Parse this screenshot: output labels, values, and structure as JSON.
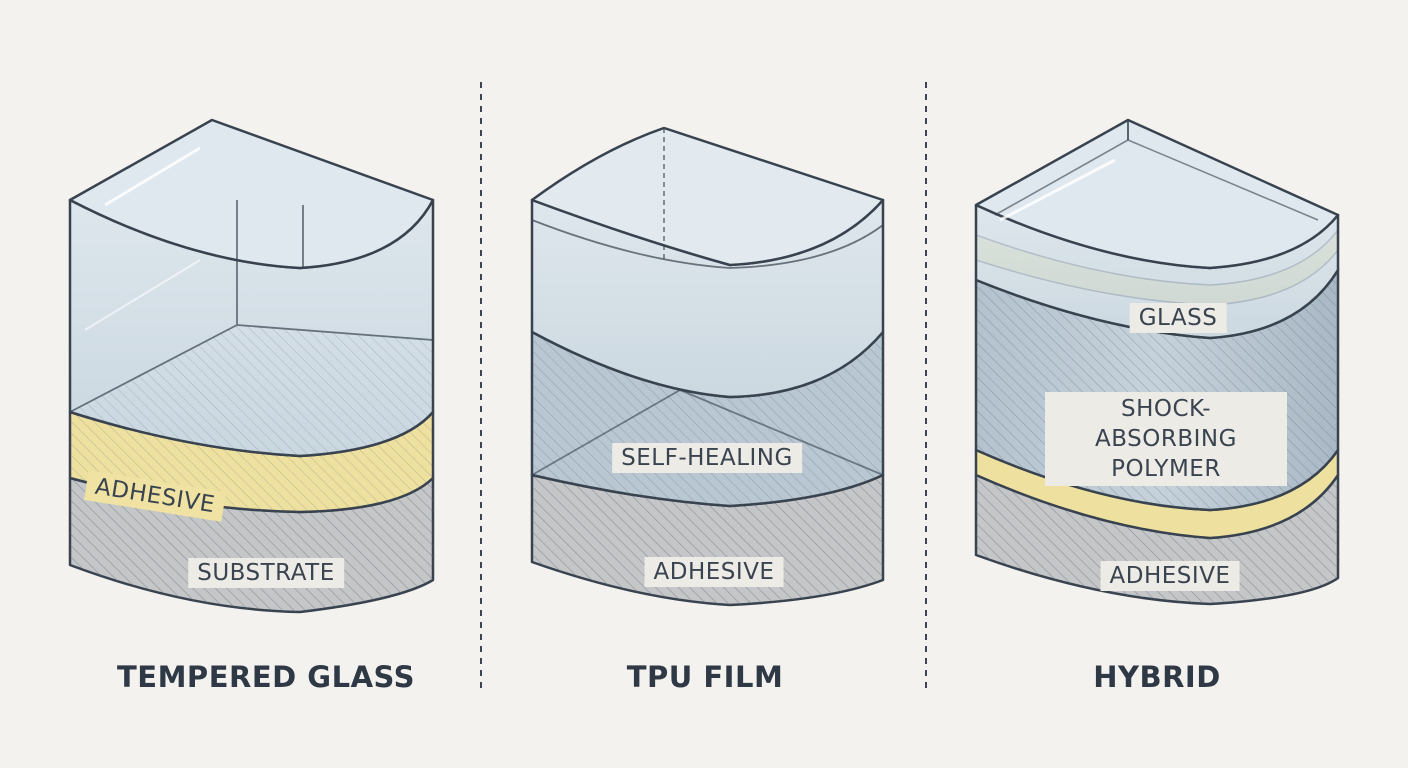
{
  "panels": [
    {
      "title": "TEMPERED GLASS",
      "labels": [
        "ADHESIVE",
        "SUBSTRATE"
      ]
    },
    {
      "title": "TPU FILM",
      "labels": [
        "SELF-HEALING",
        "ADHESIVE"
      ]
    },
    {
      "title": "HYBRID",
      "labels": [
        "GLASS",
        "SHOCK-ABSORBING\nPOLYMER",
        "ADHESIVE"
      ]
    }
  ],
  "colors": {
    "background": "#f3f2ee",
    "outline": "#38434f",
    "glass": "#c9d8e2",
    "adhesive": "#eee1a0",
    "substrate": "#c4c6c8",
    "polymer": "#a9b9c6"
  }
}
